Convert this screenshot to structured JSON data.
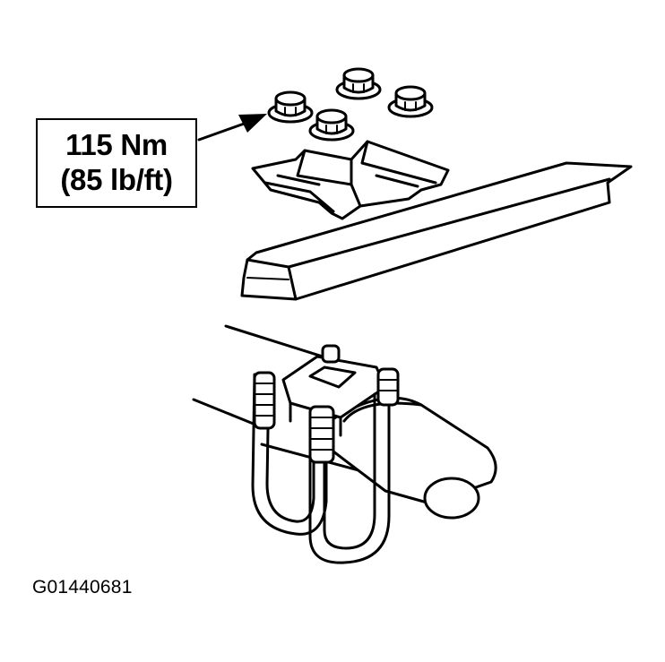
{
  "callout": {
    "torque_nm": "115 Nm",
    "torque_lbft": "(85 lb/ft)"
  },
  "figure": {
    "id": "G01440681"
  }
}
